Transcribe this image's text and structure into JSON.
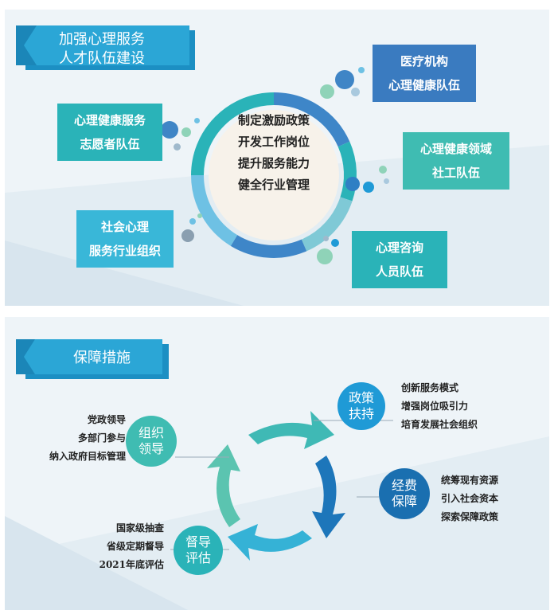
{
  "section1": {
    "title_lines": [
      "加强心理服务",
      "人才队伍建设"
    ],
    "center_lines": [
      "制定激励政策",
      "开发工作岗位",
      "提升服务能力",
      "健全行业管理"
    ],
    "boxes": {
      "medical": [
        "医疗机构",
        "心理健康队伍"
      ],
      "volunteer": [
        "心理健康服务",
        "志愿者队伍"
      ],
      "social_work": [
        "心理健康领域",
        "社工队伍"
      ],
      "industry": [
        "社会心理",
        "服务行业组织"
      ],
      "counselor": [
        "心理咨询",
        "人员队伍"
      ]
    }
  },
  "section2": {
    "title": "保障措施",
    "nodes": {
      "policy": [
        "政策",
        "扶持"
      ],
      "leadership": [
        "组织",
        "领导"
      ],
      "funding": [
        "经费",
        "保障"
      ],
      "supervision": [
        "督导",
        "评估"
      ]
    },
    "notes": {
      "policy": [
        "创新服务模式",
        "增强岗位吸引力",
        "培育发展社会组织"
      ],
      "leadership": [
        "党政领导",
        "多部门参与",
        "纳入政府目标管理"
      ],
      "funding": [
        "统筹现有资源",
        "引入社会资本",
        "探索保障政策"
      ],
      "supervision": [
        "国家级抽查",
        "省级定期督导",
        "2021年底评估"
      ]
    }
  },
  "colors": {
    "teal": "#2ab3b8",
    "blue": "#3a7bc0",
    "dark_blue": "#1a6fb0",
    "cyan": "#39b7d8",
    "green": "#6cc69f",
    "panel_bg": "#eef4f8"
  }
}
